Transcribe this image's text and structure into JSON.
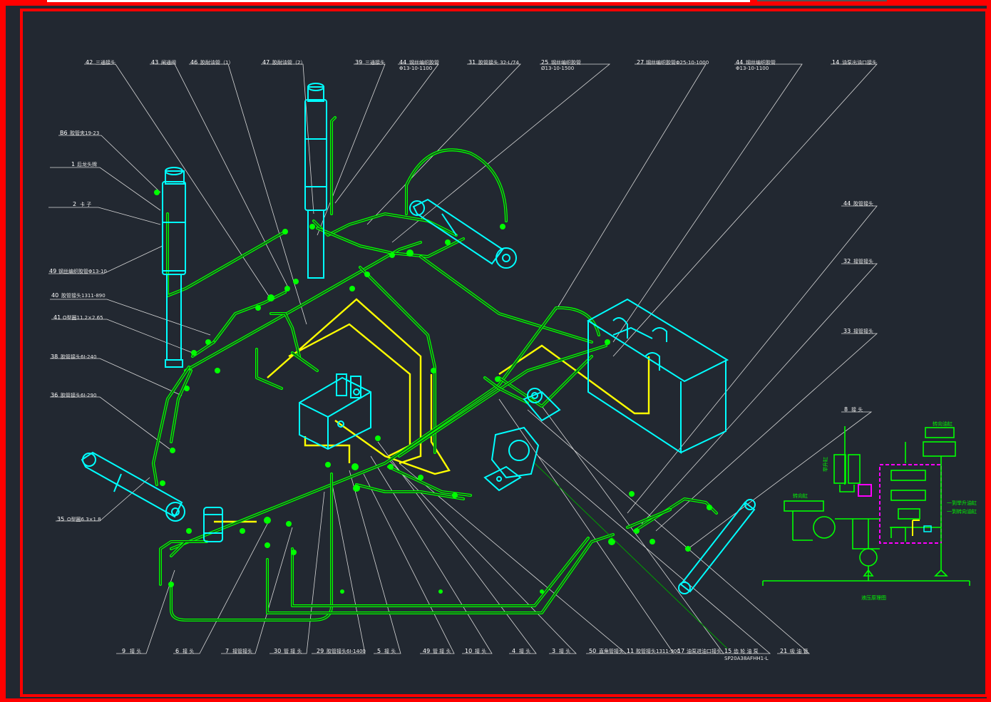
{
  "drawing": {
    "frame_color": "#ff0000",
    "background_color": "#222831",
    "colors": {
      "pipe": "#00ff00",
      "component": "#00ffff",
      "pipe_return": "#ffff00",
      "valve_block": "#ff00ff",
      "leader": "#d8d8d8"
    }
  },
  "top_labels": [
    {
      "num": "42",
      "text": "三通接头"
    },
    {
      "num": "43",
      "text": "闸通阀"
    },
    {
      "num": "46",
      "text": "胶耐油管（1）"
    },
    {
      "num": "47",
      "text": "胶耐油管（2）"
    },
    {
      "num": "39",
      "text": "三通接头"
    },
    {
      "num": "44",
      "text": "钢丝编织胶管",
      "sub": "Φ13-10-1100"
    },
    {
      "num": "31",
      "text": "胶管接头 32-L/74"
    },
    {
      "num": "25",
      "text": "钢丝编织胶管",
      "sub": "Ø13-10-1500"
    },
    {
      "num": "27",
      "text": "钢丝编织胶管Φ25-10-1000"
    },
    {
      "num": "44",
      "text": "钢丝编织胶管",
      "sub": "Φ13-10-1100"
    },
    {
      "num": "14",
      "text": "油泵出油口接头"
    }
  ],
  "left_labels": [
    {
      "num": "B6",
      "text": "胶管夹19-23"
    },
    {
      "num": "1",
      "text": "后龙头牌"
    },
    {
      "num": "2",
      "text": "卡  子"
    },
    {
      "num": "49",
      "text": "钢丝编织胶管Φ13-10"
    },
    {
      "num": "40",
      "text": "胶管接头1311-890"
    },
    {
      "num": "41",
      "text": "O型圈11.2×2.65"
    },
    {
      "num": "38",
      "text": "胶管接头6I-240"
    },
    {
      "num": "36",
      "text": "胶管接头6I-290"
    },
    {
      "num": "35",
      "text": "O型圈6.3×1.8"
    }
  ],
  "right_labels": [
    {
      "num": "44",
      "text": "胶管接头"
    },
    {
      "num": "32",
      "text": "接管接头"
    },
    {
      "num": "33",
      "text": "接管接头"
    },
    {
      "num": "8",
      "text": "接  头"
    }
  ],
  "bottom_labels": [
    {
      "num": "9",
      "text": "接  头"
    },
    {
      "num": "6",
      "text": "接  头"
    },
    {
      "num": "7",
      "text": "接管接头"
    },
    {
      "num": "30",
      "text": "管 接 头"
    },
    {
      "num": "29",
      "text": "胶管接头6I-1400"
    },
    {
      "num": "5",
      "text": "接  头"
    },
    {
      "num": "49",
      "text": "管 接 头"
    },
    {
      "num": "10",
      "text": "接  头"
    },
    {
      "num": "4",
      "text": "接  头"
    },
    {
      "num": "3",
      "text": "接  头"
    },
    {
      "num": "50",
      "text": "直角管接头"
    },
    {
      "num": "11",
      "text": "胶管接头1311-900"
    },
    {
      "num": "17",
      "text": "油泵进油口接头"
    },
    {
      "num": "15",
      "text": "齿 轮 油 泵",
      "sub": "SP20A38AFHH1-L"
    },
    {
      "num": "21",
      "text": "吸 油 管"
    }
  ],
  "schematic": {
    "title": "液压原理图",
    "tags": [
      "举升缸",
      "转向缸",
      "转向油缸",
      "一到举升油缸",
      "一到转向油缸"
    ]
  }
}
